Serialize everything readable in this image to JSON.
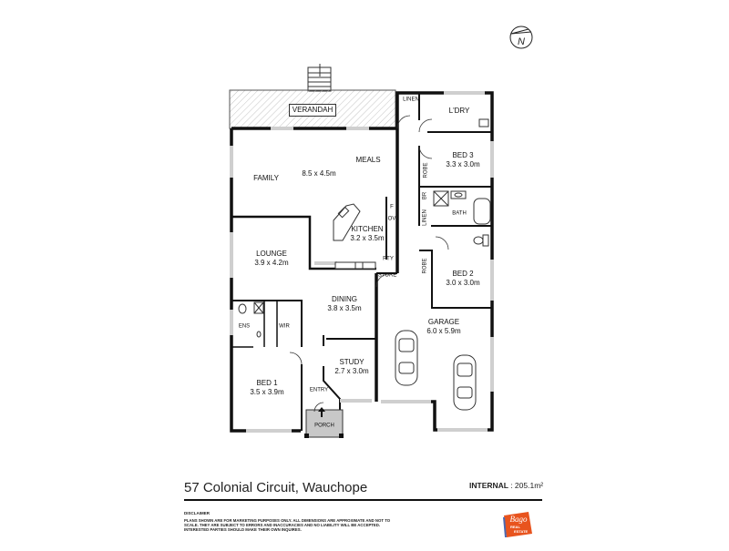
{
  "plan": {
    "address": "57 Colonial Circuit, Wauchope",
    "internal_label": "INTERNAL",
    "internal_value": ": 205.1m²",
    "compass_label": "N",
    "rooms": [
      {
        "name": "VERANDAH",
        "dims": ""
      },
      {
        "name": "LINEN",
        "dims": ""
      },
      {
        "name": "L'DRY",
        "dims": ""
      },
      {
        "name": "FAMILY",
        "dims": ""
      },
      {
        "name": "MEALS",
        "dims": ""
      },
      {
        "name": "",
        "dims": "8.5 x 4.5m"
      },
      {
        "name": "BED 3",
        "dims": "3.3 x 3.0m"
      },
      {
        "name": "ROBE",
        "dims": ""
      },
      {
        "name": "BR",
        "dims": ""
      },
      {
        "name": "LINEN",
        "dims": ""
      },
      {
        "name": "BATH",
        "dims": ""
      },
      {
        "name": "F",
        "dims": ""
      },
      {
        "name": "OV",
        "dims": ""
      },
      {
        "name": "KITCHEN",
        "dims": "3.2 x 3.5m"
      },
      {
        "name": "LOUNGE",
        "dims": "3.9 x 4.2m"
      },
      {
        "name": "PTY",
        "dims": ""
      },
      {
        "name": "STORE",
        "dims": ""
      },
      {
        "name": "ROBE",
        "dims": ""
      },
      {
        "name": "BED 2",
        "dims": "3.0 x 3.0m"
      },
      {
        "name": "DINING",
        "dims": "3.8 x 3.5m"
      },
      {
        "name": "ENS",
        "dims": ""
      },
      {
        "name": "WIR",
        "dims": ""
      },
      {
        "name": "GARAGE",
        "dims": "6.0 x 5.9m"
      },
      {
        "name": "STUDY",
        "dims": "2.7 x 3.0m"
      },
      {
        "name": "BED 1",
        "dims": "3.5 x 3.9m"
      },
      {
        "name": "ENTRY",
        "dims": ""
      },
      {
        "name": "PORCH",
        "dims": ""
      }
    ]
  },
  "disclaimer": {
    "title": "DISCLAIMER",
    "text": "PLANS SHOWN ARE FOR MARKETING PURPOSES ONLY. ALL DIMENSIONS ARE APPROXIMATE AND NOT TO SCALE. THEY ARE SUBJECT TO ERRORS AND INACCURACIES AND NO LIABILITY WILL BE ACCEPTED. INTERESTED PARTIES SHOULD MAKE THEIR OWN INQUIRES."
  },
  "logo": {
    "brand": "Bago",
    "line1": "REAL",
    "line2": "ESTATE",
    "color": "#e8541e"
  },
  "colors": {
    "wall": "#111111",
    "window": "#bfbfbf",
    "hatch": "#cccccc",
    "porch": "#c8c8c8"
  }
}
